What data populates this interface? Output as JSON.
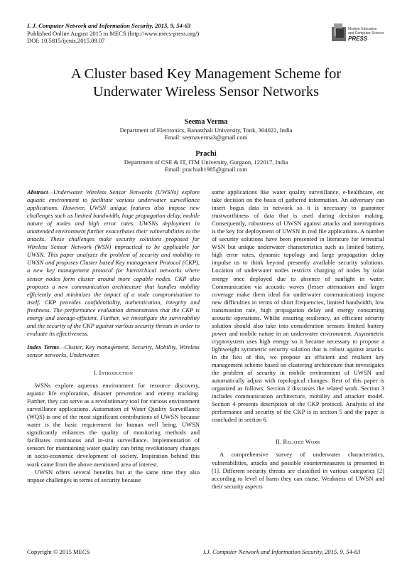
{
  "header": {
    "journal": "I. J. Computer Network and Information Security, 2015, 9, 54-63",
    "published": "Published Online August 2015 in MECS (http://www.mecs-press.org/)",
    "doi": "DOI: 10.5815/ijcnis.2015.09.07",
    "logo_text": [
      "Modern Education",
      "and Computer Science",
      "PRESS"
    ]
  },
  "title": [
    "A Cluster based Key Management Scheme for",
    "Underwater Wireless Sensor Networks"
  ],
  "authors": [
    {
      "name": "Seema Verma",
      "affiliation": "Department of Electronics, Banasthali University, Tonk, 304022, India",
      "email": "Email: seemaverma3@gmail.com"
    },
    {
      "name": "Prachi",
      "affiliation": "Department of CSE & IT, ITM University, Gurgaon, 122017, India",
      "email": "Email: prachiah1985@gmail.com"
    }
  ],
  "abstract": {
    "label": "Abstract",
    "text": "—Underwater Wireless Sensor Networks (UWSNs) explore aquatic environment to facilitate various underwater surveillance applications. However, UWSN unique features also impose new challenges such as limited bandwidth, huge propagation delay, mobile nature of nodes and high error rates. UWSNs deployment in unattended environment further exacerbates their vulnerabilities to the attacks. These challenges make security solutions proposed for Wireless Sensor Network (WSN) impractical to be applicable for UWSN. This paper analyzes the problem of security and mobility in UWSN and proposes Cluster based Key management Protocol (CKP), a new key management protocol for hierarchical networks where sensor nodes form cluster around more capable nodes. CKP also proposes a new communication architecture that handles mobility efficiently and minimizes the impact of a node compromisation to itself. CKP provides confidentiality, authentication, integrity and freshness. The performance evaluation demonstrates that the CKP is energy and storage-efficient. Further, we investigate the survivability and the security of the CKP against various security threats in order to evaluate its effectiveness."
  },
  "keywords": {
    "label": "Index Terms",
    "text": "—Cluster, Key management, Security, Mobility, Wireless sensor networks, Underwater."
  },
  "sections": {
    "intro_heading": "I. Introduction",
    "intro_p1": "WSNs explore aqueous environment for resource discovery, aquatic life exploration, disaster prevention and enemy tracking. Further, they can serve as a revolutionary tool for various environment surveillance applications. Automation of Water Quality Surveillance (WQS) is one of the most significant contributions of UWSN because water is the basic requirement for human well being. UWSN significantly enhances the quality of monitoring methods and facilitates continuous and in-situ surveillance. Implementation of sensors for maintaining water quality can bring revolutionary changes in socio-economic development of society. Inspiration behind this work came from the above mentioned area of interest.",
    "intro_p2": "UWSN offers several benefits but at the same time they also impose challenges in terms of security because",
    "right_p1": "some applications like water quality surveillance, e-healthcare, etc take decision on the basis of gathered information. An adversary can insert bogus data in network so it is necessary to guarantee trustworthiness of data that is used during decision making. Consequently, robustness of UWSN against attacks and interruptions is the key for deployment of UWSN in real file applications. A number of security solutions have been presented in literature for terrestrial WSN but unique underwater characteristics such as limited battery, high error rates, dynamic topology and large propagation delay impulse us to think beyond presently available security solutions. Location of underwater nodes restricts charging of nodes by solar energy once deployed due to absence of sunlight in water. Communication via acoustic waves (lesser attenuation and larger coverage make them ideal for underwater communication) impose new difficulties in terms of short frequencies, limited bandwidth, low transmission rate, high propagation delay and energy consuming acoustic operations. Whilst ensuring resiliency, an efficient security solution should also take into consideration sensors limited battery power and mobile nature in an underwater environment. Asymmetric cryptosystem uses high energy so it became necessary to propose a lightweight symmetric security solution that is robust against attacks. In the lieu of this, we propose an efficient and resilient key management scheme based on clustering architecture that investigates the problem of security in mobile environment of UWSN and automatically adjust with topological changes. Rest of this paper is organized as follows: Section 2 discusses the related work. Section 3 includes communication architecture, mobility and attacker model. Section 4 presents description of the CKP protocol. Analysis of the performance and security of the CKP is in section 5 and the paper is concluded in section 6.",
    "related_heading": "II. Related Work",
    "related_p1": "A comprehensive survey of underwater characteristics, vulnerabilities, attacks and possible countermeasures is presented in [1]. Different security threats are classified in various categories [2] according to level of harm they can cause. Weakness of UWSN and their security aspects"
  },
  "footer": {
    "left": "Copyright © 2015 MECS",
    "right": "I.J. Computer Network and Information Security, 2015, 9, 54-63"
  }
}
